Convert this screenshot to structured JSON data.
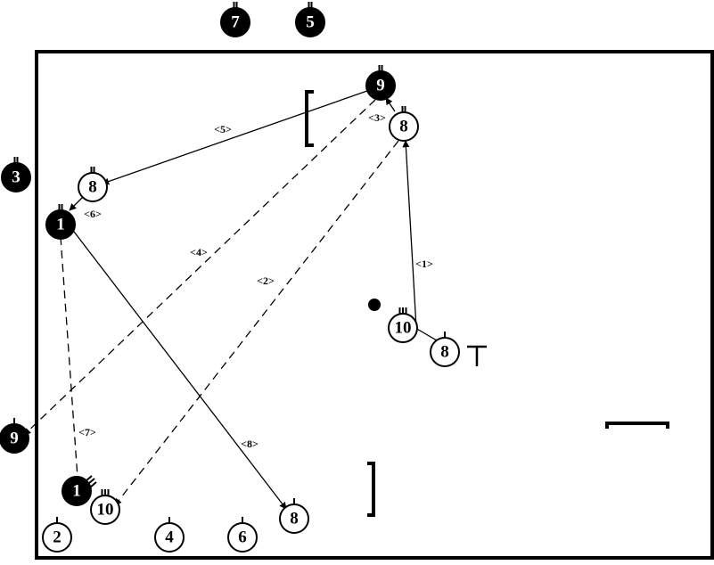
{
  "players": {
    "p9_top": {
      "label": "9",
      "style": "filled"
    },
    "p8_top": {
      "label": "8",
      "style": "open"
    },
    "p8_left": {
      "label": "8",
      "style": "open"
    },
    "p1_left": {
      "label": "1",
      "style": "filled"
    },
    "p3_out": {
      "label": "3",
      "style": "filled"
    },
    "p7_out": {
      "label": "7",
      "style": "filled"
    },
    "p5_out": {
      "label": "5",
      "style": "filled"
    },
    "p10_mid": {
      "label": "10",
      "style": "open"
    },
    "p8_mid": {
      "label": "8",
      "style": "open"
    },
    "p9_side": {
      "label": "9",
      "style": "filled"
    },
    "p1_bot": {
      "label": "1",
      "style": "filled"
    },
    "p10_bot": {
      "label": "10",
      "style": "open"
    },
    "p8_bot": {
      "label": "8",
      "style": "open"
    },
    "p2_out": {
      "label": "2",
      "style": "open"
    },
    "p4_out": {
      "label": "4",
      "style": "open"
    },
    "p6_out": {
      "label": "6",
      "style": "open"
    }
  },
  "arrows": [
    {
      "label": "<1>"
    },
    {
      "label": "<2>"
    },
    {
      "label": "<3>"
    },
    {
      "label": "<4>"
    },
    {
      "label": "<5>"
    },
    {
      "label": "<6>"
    },
    {
      "label": "<7>"
    },
    {
      "label": "<8>"
    }
  ],
  "colors": {
    "ink": "#000000",
    "background": "#ffffff"
  }
}
